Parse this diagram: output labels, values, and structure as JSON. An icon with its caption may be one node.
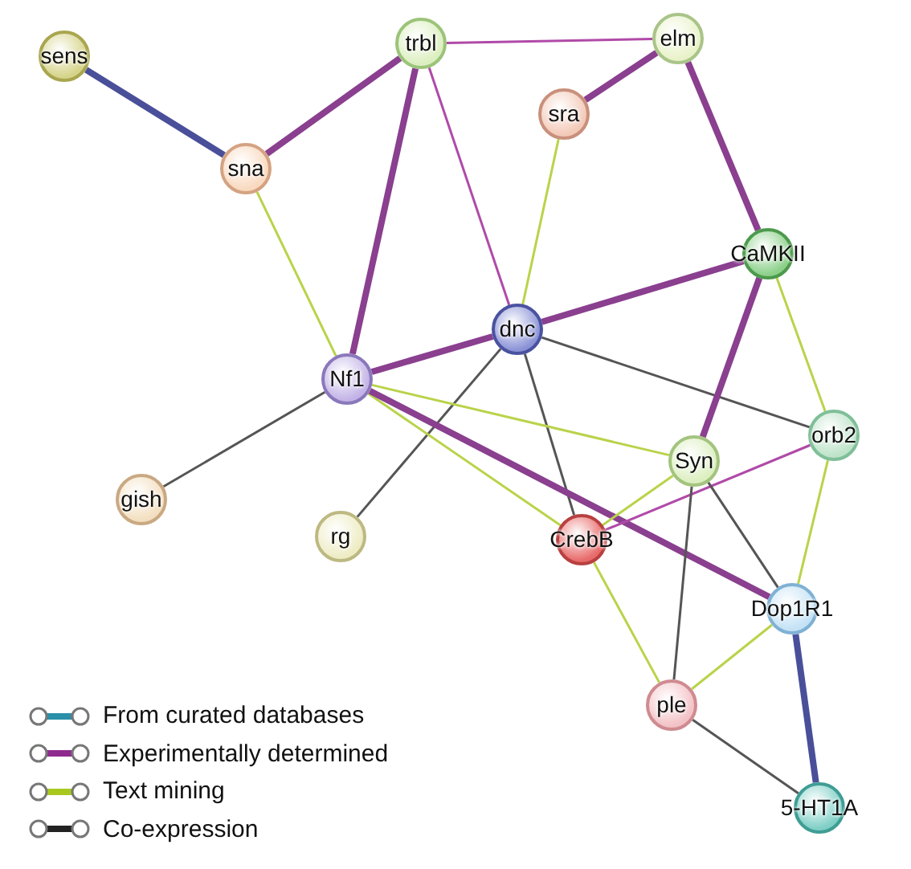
{
  "diagram": {
    "nodes": [
      {
        "text": [
          "sens"
        ]
      },
      {
        "text": [
          "trbl"
        ]
      },
      {
        "text": [
          "elm"
        ]
      },
      {
        "text": [
          "sra"
        ]
      },
      {
        "text": [
          "sna"
        ]
      },
      {
        "text": [
          "CaMKII"
        ]
      },
      {
        "text": [
          "dnc"
        ]
      },
      {
        "text": [
          "Nf1"
        ]
      },
      {
        "text": [
          "orb2"
        ]
      },
      {
        "text": [
          "Syn"
        ]
      },
      {
        "text": [
          "gish"
        ]
      },
      {
        "text": [
          "rg"
        ]
      },
      {
        "text": [
          "CrebB"
        ]
      },
      {
        "text": [
          "Dop1R1"
        ]
      },
      {
        "text": [
          "ple"
        ]
      },
      {
        "text": [
          "5-HT1A"
        ]
      }
    ],
    "edges": [
      {
        "from": 0,
        "to": 4,
        "arrow": "none",
        "style": "thick",
        "color": "#4a4f9a"
      },
      {
        "from": 4,
        "to": 1,
        "arrow": "none",
        "style": "thick",
        "color": "#8a3f8f"
      },
      {
        "from": 4,
        "to": 7,
        "arrow": "none"
      },
      {
        "from": 1,
        "to": 7,
        "arrow": "none",
        "style": "thick",
        "color": "#8a3f8f"
      },
      {
        "from": 1,
        "to": 2,
        "arrow": "none",
        "color": "#b04aa8"
      },
      {
        "from": 1,
        "to": 6,
        "arrow": "none",
        "color": "#b04aa8"
      },
      {
        "from": 2,
        "to": 3,
        "arrow": "none",
        "style": "thick",
        "color": "#8a3f8f"
      },
      {
        "from": 2,
        "to": 5,
        "arrow": "none",
        "style": "thick",
        "color": "#8a3f8f"
      },
      {
        "from": 3,
        "to": 6,
        "arrow": "none"
      },
      {
        "from": 6,
        "to": 5,
        "arrow": "none",
        "style": "thick",
        "color": "#8a3f8f"
      },
      {
        "from": 7,
        "to": 6,
        "arrow": "none",
        "style": "thick",
        "color": "#8a3f8f"
      },
      {
        "from": 6,
        "to": 8,
        "arrow": "none",
        "color": "#555555"
      },
      {
        "from": 6,
        "to": 12,
        "arrow": "none",
        "color": "#555555"
      },
      {
        "from": 6,
        "to": 11,
        "arrow": "none",
        "color": "#555555"
      },
      {
        "from": 7,
        "to": 10,
        "arrow": "none",
        "color": "#555555"
      },
      {
        "from": 7,
        "to": 9,
        "arrow": "none"
      },
      {
        "from": 7,
        "to": 12,
        "arrow": "none"
      },
      {
        "from": 7,
        "to": 13,
        "arrow": "none",
        "style": "thick",
        "color": "#8a3f8f"
      },
      {
        "from": 5,
        "to": 9,
        "arrow": "none",
        "style": "thick",
        "color": "#8a3f8f"
      },
      {
        "from": 5,
        "to": 8,
        "arrow": "none"
      },
      {
        "from": 8,
        "to": 12,
        "arrow": "none",
        "color": "#b04aa8"
      },
      {
        "from": 8,
        "to": 13,
        "arrow": "none"
      },
      {
        "from": 9,
        "to": 12,
        "arrow": "none"
      },
      {
        "from": 9,
        "to": 13,
        "arrow": "none",
        "color": "#555555"
      },
      {
        "from": 9,
        "to": 14,
        "arrow": "none",
        "color": "#555555"
      },
      {
        "from": 12,
        "to": 14,
        "arrow": "none"
      },
      {
        "from": 13,
        "to": 14,
        "arrow": "none"
      },
      {
        "from": 13,
        "to": 15,
        "arrow": "none",
        "style": "thick",
        "color": "#4a4f9a"
      },
      {
        "from": 14,
        "to": 15,
        "arrow": "none",
        "color": "#555555"
      }
    ],
    "legend": [
      {
        "text": "From curated databases",
        "color": "#2a8fa8"
      },
      {
        "text": "Experimentally determined",
        "color": "#8e2a8e"
      },
      {
        "text": "Text mining",
        "color": "#a8c820"
      },
      {
        "text": "Co-expression",
        "color": "#222222"
      }
    ]
  }
}
